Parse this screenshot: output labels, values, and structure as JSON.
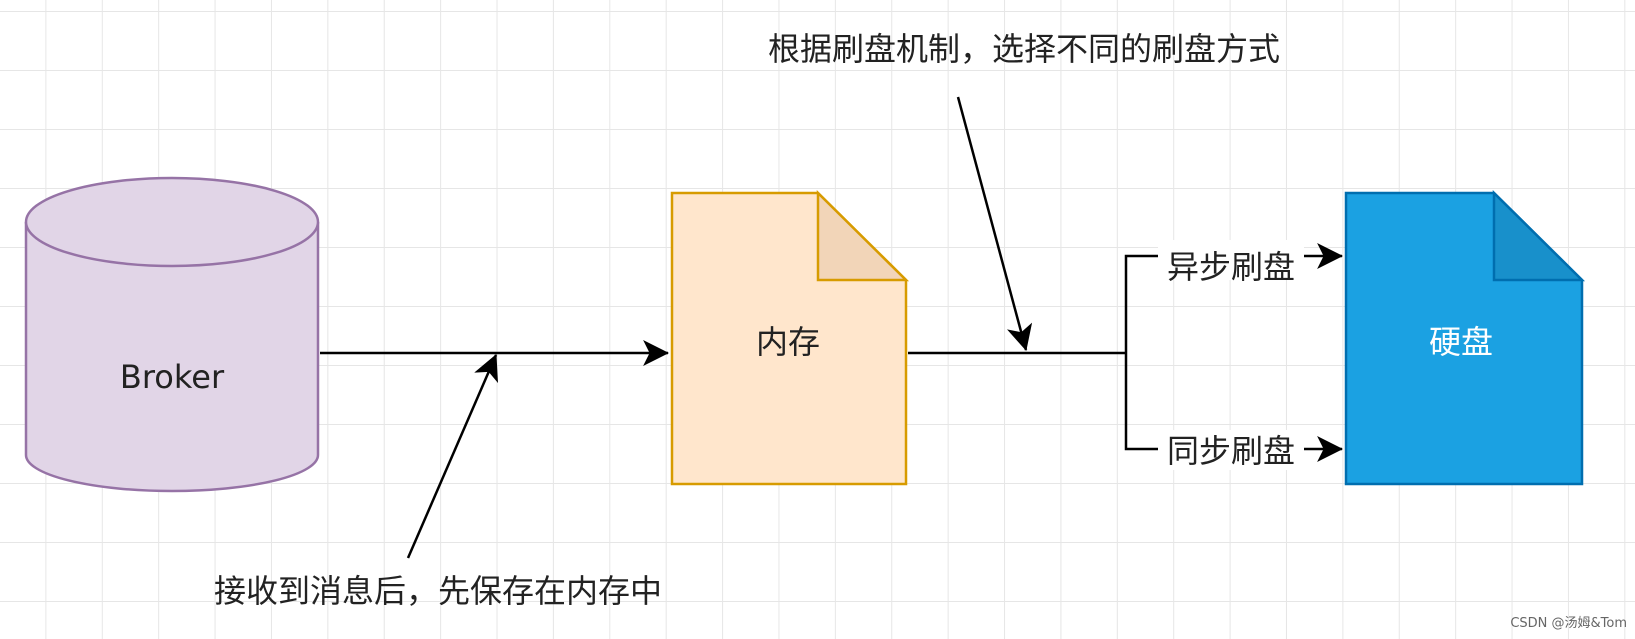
{
  "nodes": {
    "broker": {
      "label": "Broker",
      "fill": "#e1d5e7",
      "stroke": "#9673a6"
    },
    "memory": {
      "label": "内存",
      "fill": "#ffe6cc",
      "stroke": "#d79b00",
      "fold_fill": "#f2d5b8"
    },
    "disk": {
      "label": "硬盘",
      "fill": "#1ba1e2",
      "stroke": "#006eaf",
      "fold_fill": "#1890cb",
      "text_color": "#ffffff"
    }
  },
  "edges": {
    "async_label": "异步刷盘",
    "sync_label": "同步刷盘"
  },
  "annotations": {
    "flush_mechanism": "根据刷盘机制，选择不同的刷盘方式",
    "save_to_memory": "接收到消息后，先保存在内存中"
  },
  "watermark": "CSDN @汤姆&Tom"
}
